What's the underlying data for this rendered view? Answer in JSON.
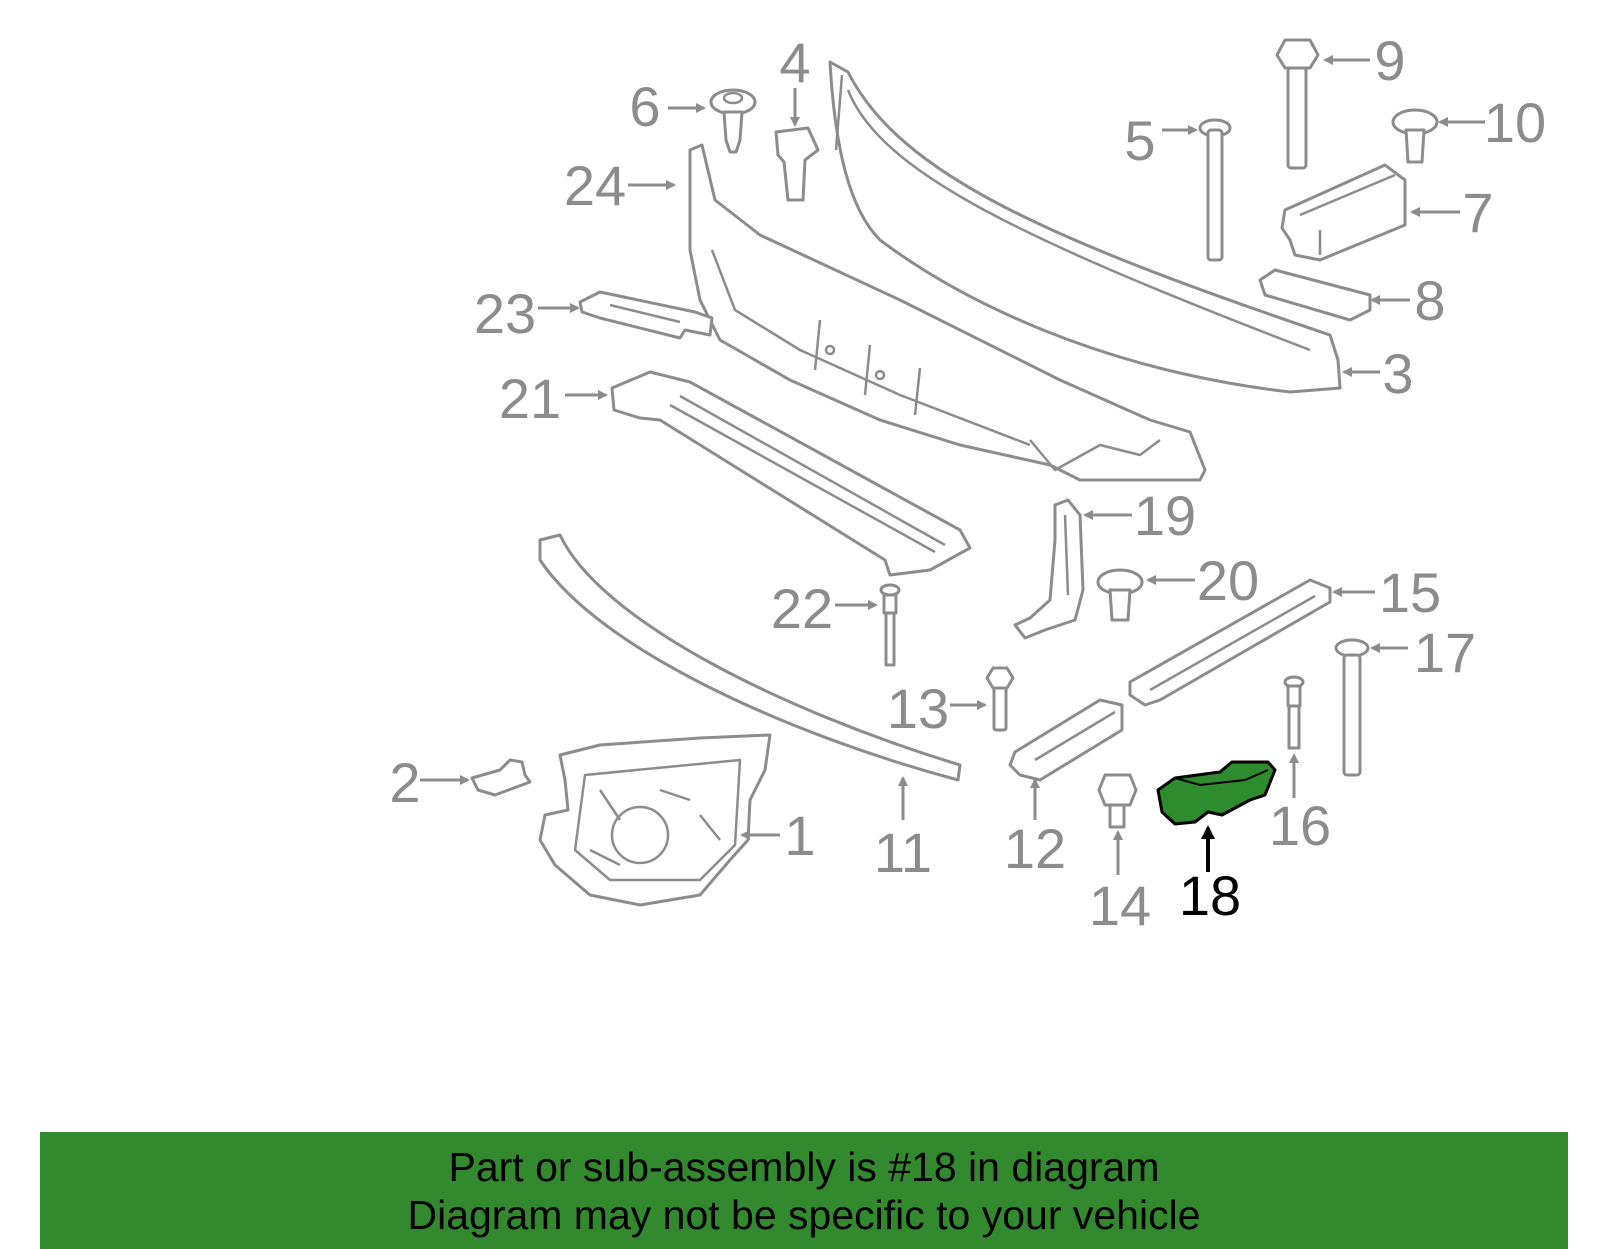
{
  "callouts": {
    "c1": "1",
    "c2": "2",
    "c3": "3",
    "c4": "4",
    "c5": "5",
    "c6": "6",
    "c7": "7",
    "c8": "8",
    "c9": "9",
    "c10": "10",
    "c11": "11",
    "c12": "12",
    "c13": "13",
    "c14": "14",
    "c15": "15",
    "c16": "16",
    "c17": "17",
    "c18": "18",
    "c19": "19",
    "c20": "20",
    "c21": "21",
    "c22": "22",
    "c23": "23",
    "c24": "24"
  },
  "highlighted_part": "18",
  "colors": {
    "line_art": "#8c8c8c",
    "highlight_fill": "#2e8b2e",
    "banner_bg": "#338a2e",
    "banner_text": "#000000"
  },
  "banner": {
    "line1": "Part or sub-assembly is #18 in diagram",
    "line2": "Diagram may not be specific to your vehicle"
  }
}
